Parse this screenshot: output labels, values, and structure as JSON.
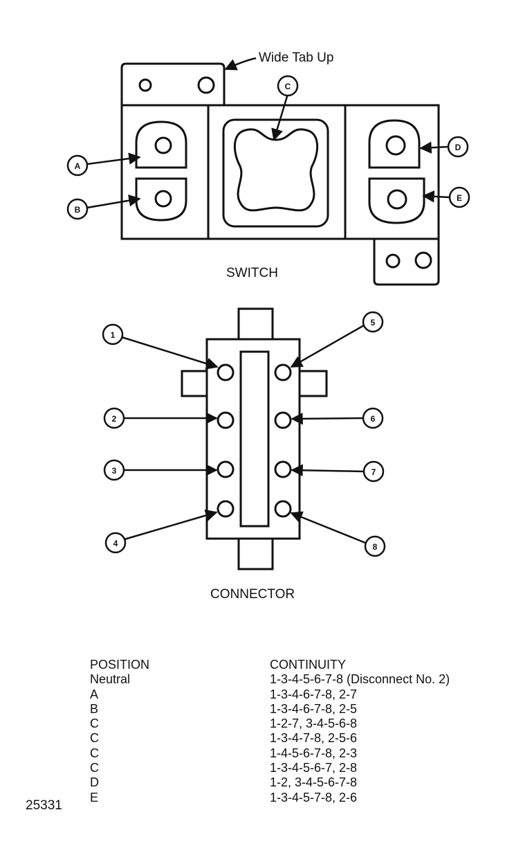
{
  "switch": {
    "title": "SWITCH",
    "tab_note": "Wide Tab Up",
    "callouts": [
      "A",
      "B",
      "C",
      "D",
      "E"
    ]
  },
  "connector": {
    "title": "CONNECTOR",
    "callouts": [
      "1",
      "2",
      "3",
      "4",
      "5",
      "6",
      "7",
      "8"
    ]
  },
  "table": {
    "headers": [
      "POSITION",
      "CONTINUITY"
    ],
    "rows": [
      [
        "Neutral",
        "1-3-4-5-6-7-8 (Disconnect No. 2)"
      ],
      [
        "A",
        "1-3-4-6-7-8, 2-7"
      ],
      [
        "B",
        "1-3-4-6-7-8, 2-5"
      ],
      [
        "C",
        "1-2-7, 3-4-5-6-8"
      ],
      [
        "C",
        "1-3-4-7-8, 2-5-6"
      ],
      [
        "C",
        "1-4-5-6-7-8, 2-3"
      ],
      [
        "C",
        "1-3-4-5-6-7, 2-8"
      ],
      [
        "D",
        "1-2, 3-4-5-6-7-8"
      ],
      [
        "E",
        "1-3-4-5-7-8, 2-6"
      ]
    ]
  },
  "figure_number": "25331"
}
